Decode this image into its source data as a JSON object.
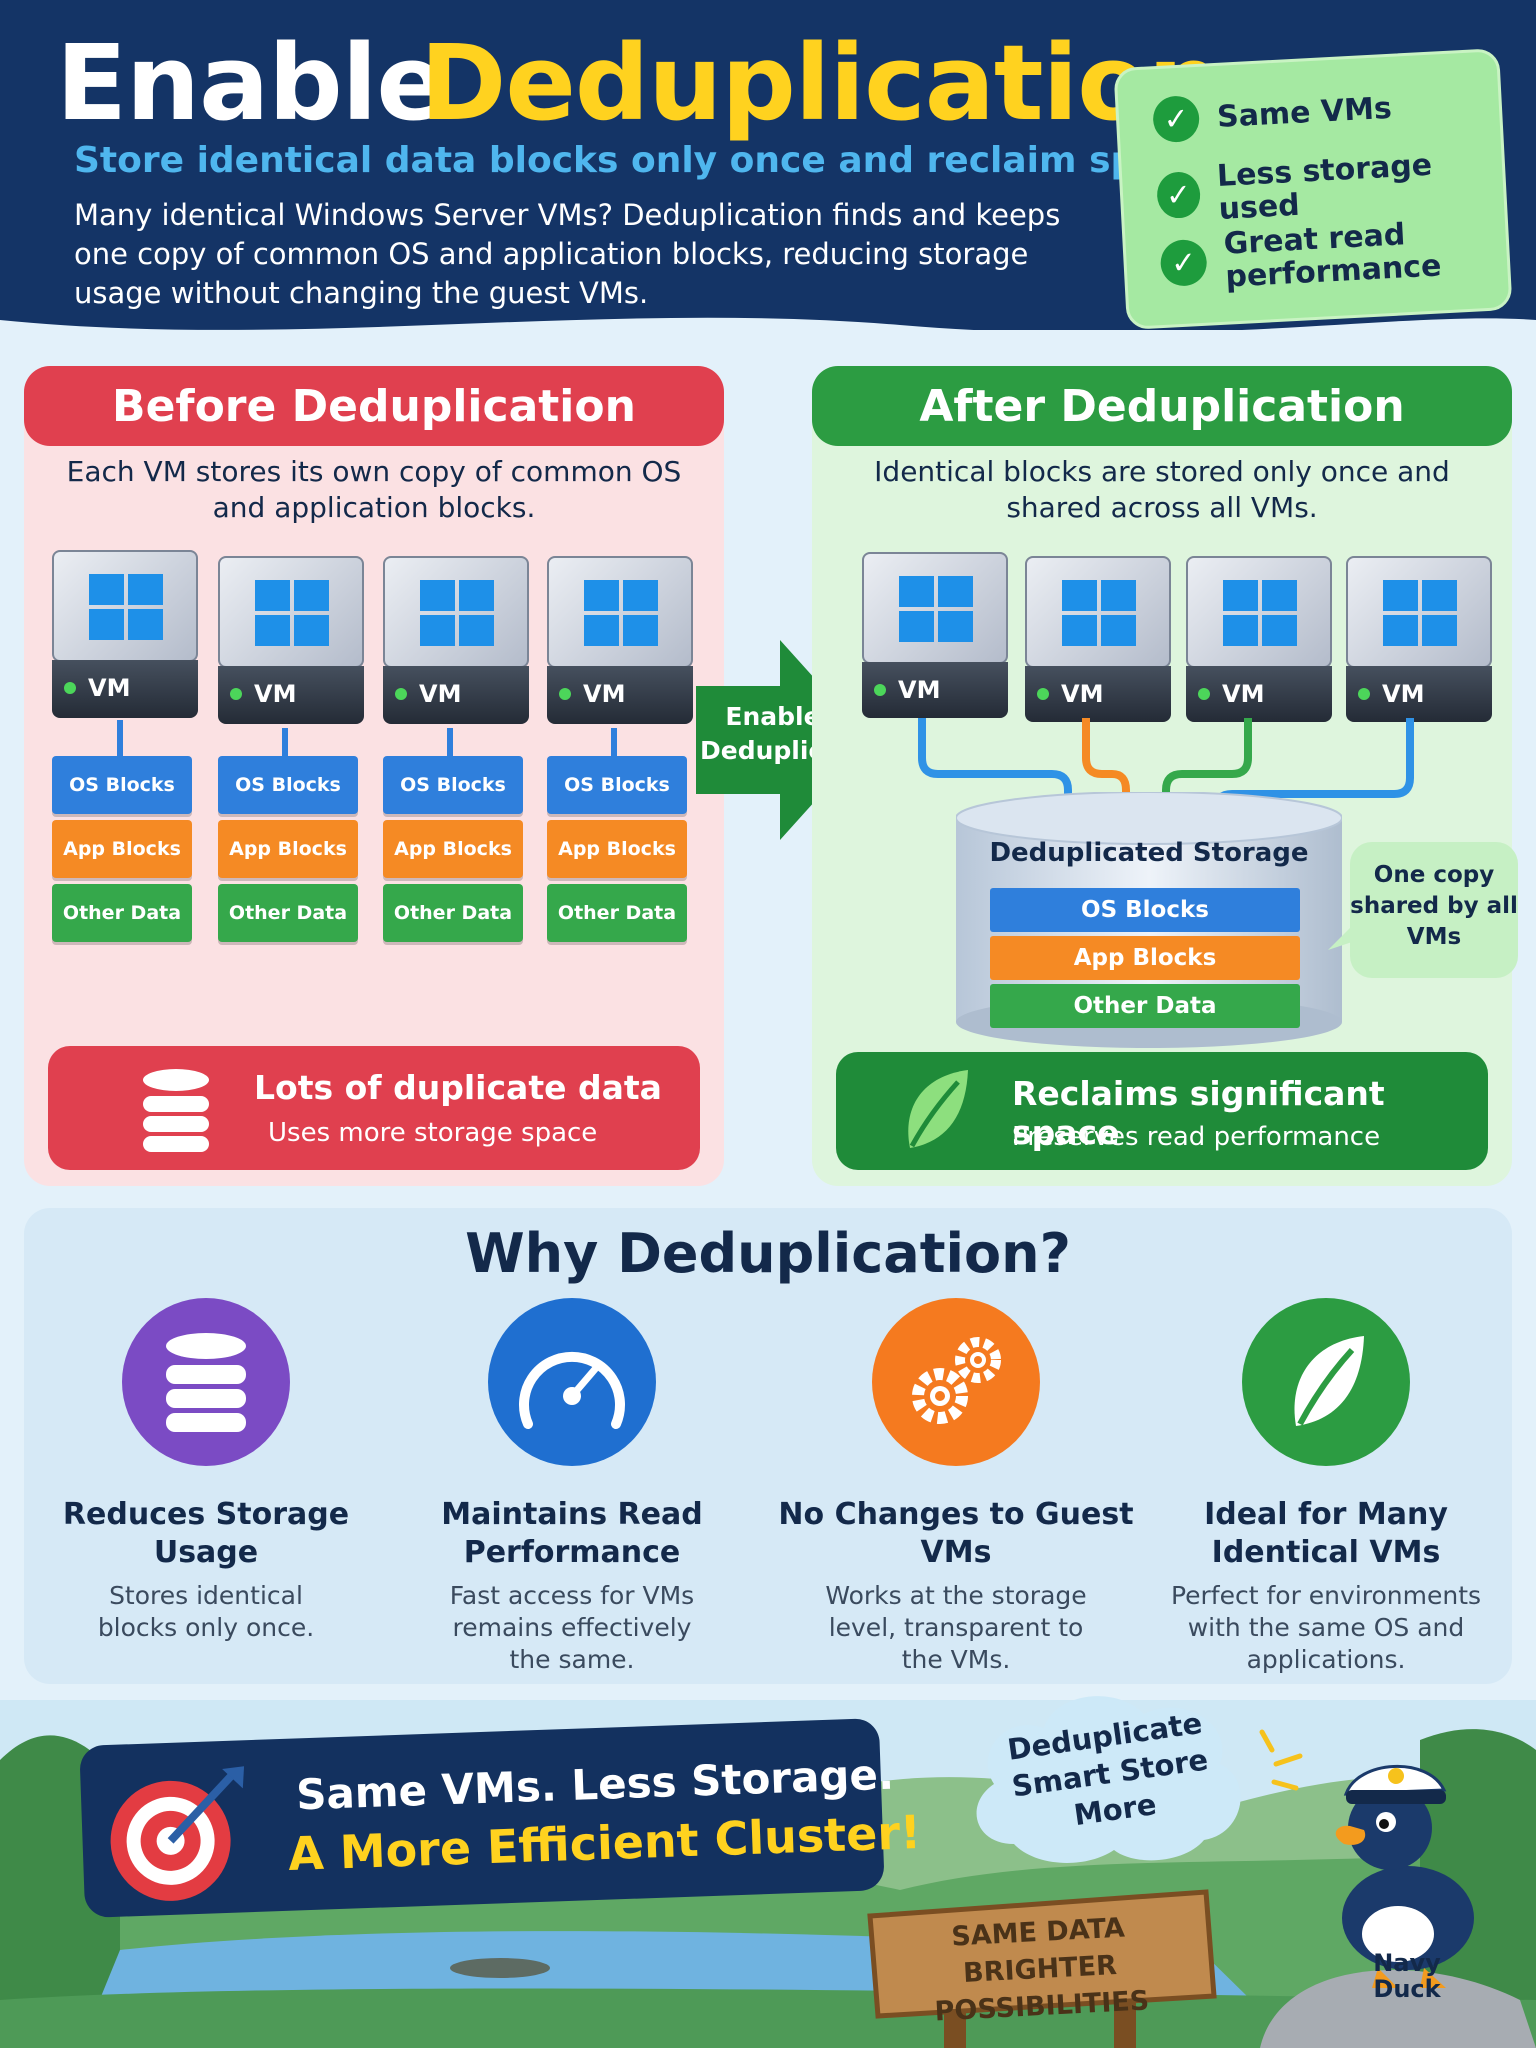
{
  "header": {
    "title_part1": "Enable",
    "title_part2": "Deduplication",
    "subtitle": "Store identical data blocks only once and reclaim space",
    "intro": "Many identical Windows Server VMs? Deduplication finds and keeps one copy of common OS and application blocks, reducing storage usage without changing the guest VMs."
  },
  "benefits_card": {
    "items": [
      "Same VMs",
      "Less storage used",
      "Great read performance"
    ]
  },
  "before": {
    "title": "Before Deduplication",
    "description": "Each VM stores its own copy of common OS and application blocks.",
    "vm_label": "VM",
    "blocks": [
      "OS Blocks",
      "App Blocks",
      "Other Data"
    ],
    "banner_title": "Lots of duplicate data",
    "banner_sub": "Uses more storage space"
  },
  "arrow_label": "Enable Deduplication",
  "after": {
    "title": "After Deduplication",
    "description": "Identical blocks are stored only once and shared across all VMs.",
    "vm_label": "VM",
    "storage_title": "Deduplicated Storage",
    "blocks": [
      "OS Blocks",
      "App Blocks",
      "Other Data"
    ],
    "callout": "One copy shared by all VMs",
    "banner_title": "Reclaims significant space",
    "banner_sub": "Preserves read performance"
  },
  "why": {
    "title": "Why Deduplication?",
    "items": [
      {
        "icon": "database-icon",
        "color": "#7b4bc4",
        "title": "Reduces Storage Usage",
        "desc": "Stores identical blocks only once."
      },
      {
        "icon": "speedometer-icon",
        "color": "#1f6fd0",
        "title": "Maintains Read Performance",
        "desc": "Fast access for VMs remains effectively the same."
      },
      {
        "icon": "gears-icon",
        "color": "#f57a1f",
        "title": "No Changes to Guest VMs",
        "desc": "Works at the storage level, transparent to the VMs."
      },
      {
        "icon": "leaf-icon",
        "color": "#2c9c42",
        "title": "Ideal for Many Identical VMs",
        "desc": "Perfect for environments with the same OS and applications."
      }
    ]
  },
  "footer": {
    "slogan_line1": "Same VMs. Less Storage.",
    "slogan_line2": "A More Efficient Cluster!",
    "cloud": "Deduplicate Smart Store More",
    "sign": "SAME DATA BRIGHTER POSSIBILITIES",
    "mascot_name": "Navy Duck"
  },
  "colors": {
    "navy": "#143466",
    "yellow": "#ffd21f",
    "red": "#e0404f",
    "green": "#2c9c42",
    "os_blue": "#2f7fdc",
    "app_orange": "#f58a24",
    "other_green": "#35a84b"
  }
}
